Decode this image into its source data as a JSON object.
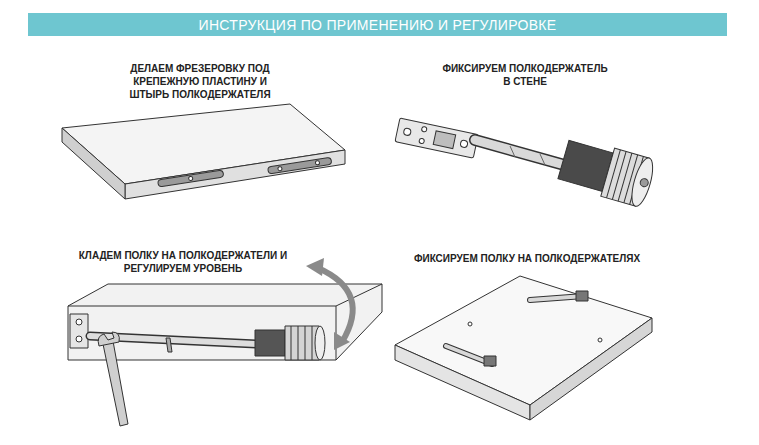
{
  "diagram": {
    "title": "ИНСТРУКЦИЯ ПО ПРИМЕНЕНИЮ И РЕГУЛИРОВКЕ",
    "labels": [
      "ДЕЛАЕМ ФРЕЗЕРОВКУ ПОД КРЕПЕЖНУЮ ПЛАСТИНУ И ШТЫРЬ ПОЛКОДЕРЖАТЕЛЯ",
      "ФИКСИРУЕМ ПОЛКОДЕРЖАТЕЛЬ В СТЕНЕ",
      "КЛАДЕМ ПОЛКУ НА ПОЛКОДЕРЖАТЕЛИ И РЕГУЛИРУЕМ УРОВЕНЬ",
      "ФИКСИРУЕМ ПОЛКУ НА ПОЛКОДЕРЖАТЕЛЯХ"
    ]
  }
}
